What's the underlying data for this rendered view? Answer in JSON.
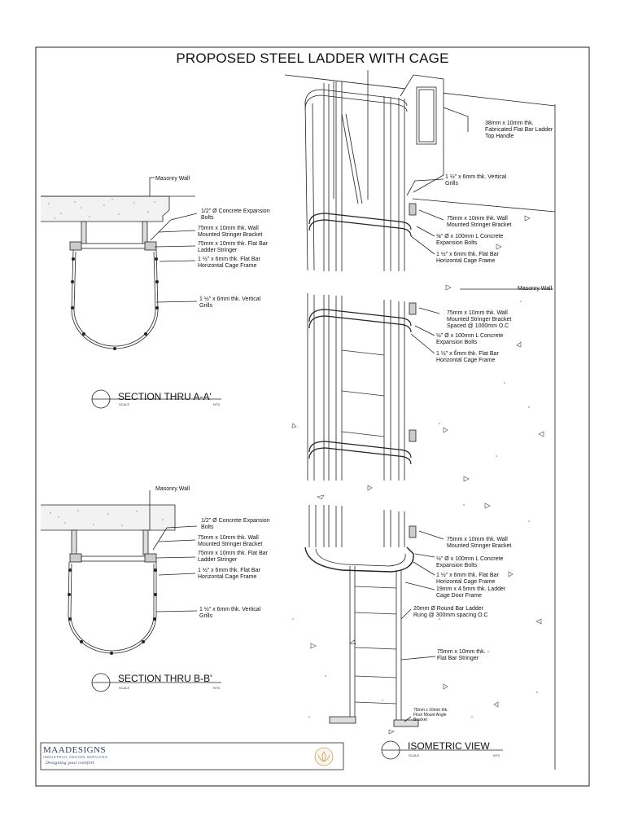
{
  "title": "PROPOSED STEEL LADDER WITH CAGE",
  "sections": {
    "a": {
      "title": "SECTION THRU A-A'",
      "scale": "SCALE",
      "nts": "NTS"
    },
    "b": {
      "title": "SECTION THRU B-B'",
      "scale": "SCALE",
      "nts": "NTS"
    },
    "iso": {
      "title": "ISOMETRIC VIEW",
      "scale": "SCALE",
      "nts": "NTS"
    }
  },
  "section_a_labels": {
    "masonry_wall": "Masonry Wall",
    "bolts": "1/2\" Ø Concrete Expansion\nBolts",
    "bracket": "75mm x 10mm thk. Wall\nMounted Stringer Bracket",
    "stringer": "75mm x 10mm thk. Flat Bar\nLadder Stringer",
    "frame": "1 ½\" x 6mm thk. Flat Bar\nHorizontal Cage Frame",
    "grills": "1 ½\" x 6mm thk. Vertical\nGrills"
  },
  "section_b_labels": {
    "masonry_wall": "Masonry Wall",
    "bolts": "1/2\" Ø Concrete Expansion\nBolts",
    "bracket": "75mm x 10mm thk. Wall\nMounted Stringer Bracket",
    "stringer": "75mm x 10mm thk. Flat Bar\nLadder Stringer",
    "frame": "1 ½\" x 6mm thk. Flat Bar\nHorizontal Cage Frame",
    "grills": "1 ½\" x 6mm thk. Vertical\nGrills"
  },
  "iso_labels": {
    "handle": "38mm x 10mm thk.\nFabricated Flat Bar Ladder\nTop Handle",
    "vgrills": "1 ½\" x 6mm thk. Vertical\nGrills",
    "bracket1": "75mm x 10mm thk. Wall\nMounted Stringer Bracket",
    "anchor1": "½\" Ø x 100mm L Concrete\nExpansion Bolts",
    "frame1": "1 ½\" x 6mm thk. Flat Bar\nHorizontal Cage Frame",
    "masonry": "Masonry Wall",
    "bracket2": "75mm x 10mm thk. Wall\nMounted Stringer Bracket\nSpaced @ 1000mm O.C",
    "anchor2": "½\" Ø x 100mm L Concrete\nExpansion Bolts",
    "frame2": "1 ½\" x 6mm thk. Flat Bar\nHorizontal Cage Frame",
    "bracket3": "75mm x 10mm thk. Wall\nMounted Stringer Bracket",
    "anchor3": "½\" Ø x 100mm L Concrete\nExpansion Bolts",
    "frame3": "1 ½\" x 6mm thk. Flat Bar\nHorizontal Cage Frame",
    "door": "19mm x 4.5mm thk. Ladder\nCage Door Frame",
    "rung": "20mm Ø Round Bar Ladder\nRung @ 300mm spacing O.C",
    "flatbar": "75mm x 10mm thk.\nFlat Bar Stringer",
    "floor": "75mm x 10mm thk.\nFloor Mount Angle\nBracket"
  },
  "logo": {
    "name": "MAADESIGNS",
    "sub": "INDUSTRIAL DESIGN SERVICES",
    "tagline": "Designing your comfort"
  }
}
